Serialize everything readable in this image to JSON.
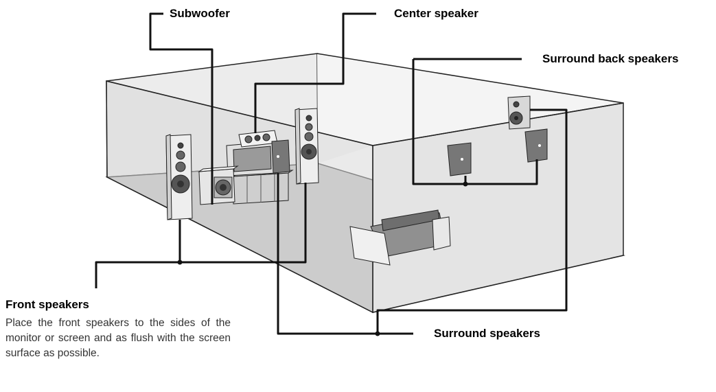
{
  "labels": {
    "subwoofer": "Subwoofer",
    "center_speaker": "Center speaker",
    "surround_back_speakers": "Surround back speakers",
    "front_speakers": "Front speakers",
    "surround_speakers": "Surround speakers"
  },
  "front_description": "Place the front speakers to the sides of the monitor or screen and as flush with the screen surface as possible."
}
